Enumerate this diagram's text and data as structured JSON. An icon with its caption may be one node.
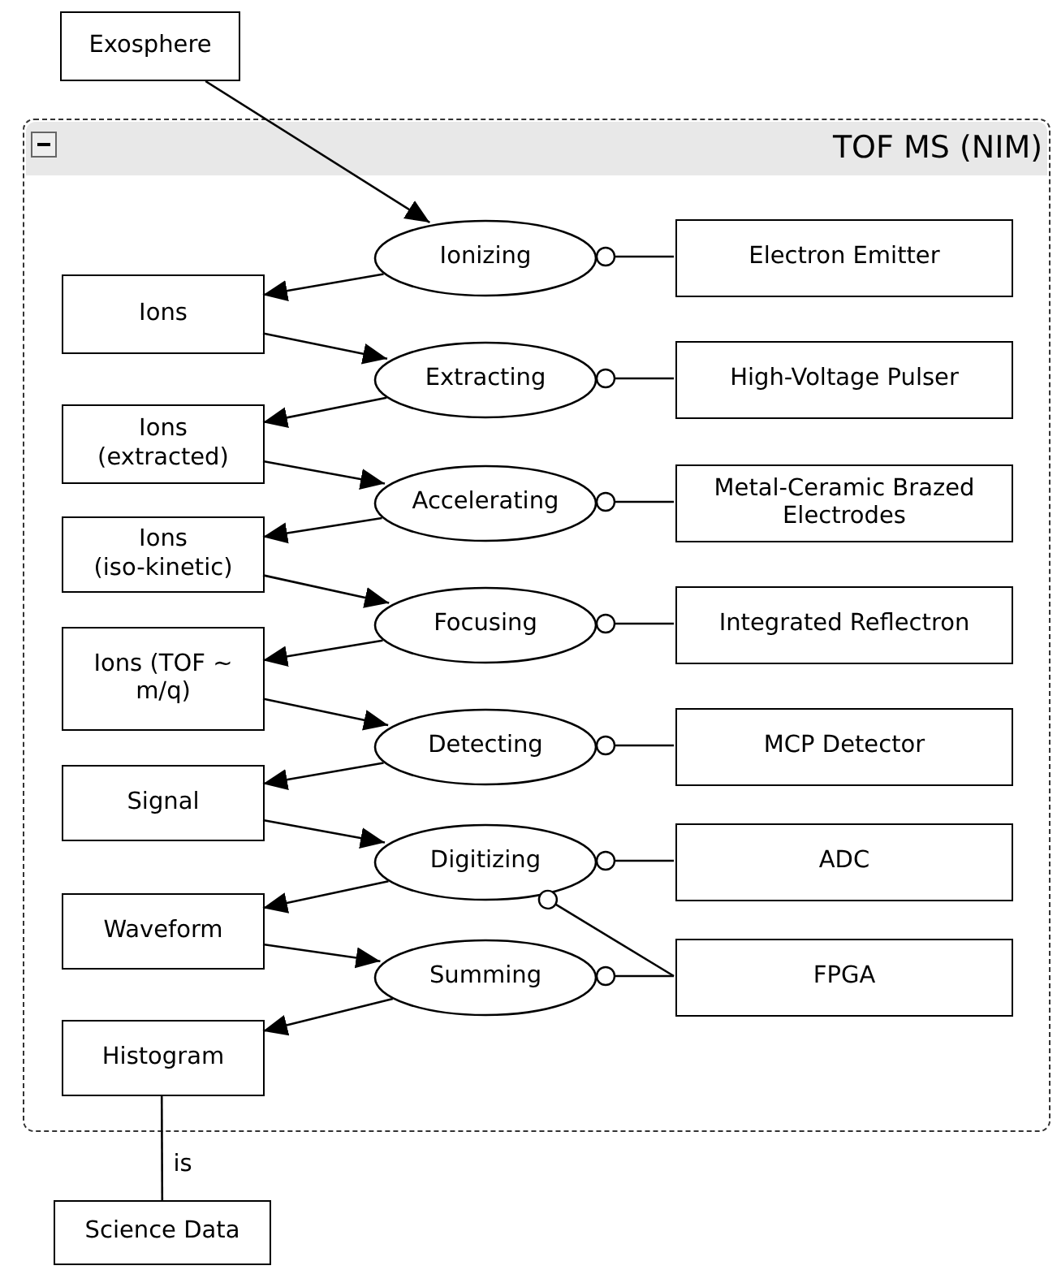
{
  "diagram": {
    "nodes": [
      {
        "text": [
          "Exosphere"
        ]
      },
      {
        "text": [
          "TOF MS (NIM)"
        ]
      },
      {
        "text": [
          "Ionizing"
        ],
        "in": 1
      },
      {
        "text": [
          "Electron Emitter"
        ],
        "in": 1
      },
      {
        "text": [
          "Ions"
        ],
        "in": 1
      },
      {
        "text": [
          "Extracting"
        ],
        "in": 1
      },
      {
        "text": [
          "High-Voltage Pulser"
        ],
        "in": 1
      },
      {
        "text": [
          "Ions (extracted)"
        ],
        "in": 1
      },
      {
        "text": [
          "Accelerating"
        ],
        "in": 1
      },
      {
        "text": [
          "Metal-Ceramic Brazed Electrodes"
        ],
        "in": 1
      },
      {
        "text": [
          "Ions (iso-kinetic)"
        ],
        "in": 1
      },
      {
        "text": [
          "Focusing"
        ],
        "in": 1
      },
      {
        "text": [
          "Integrated Reflectron"
        ],
        "in": 1
      },
      {
        "text": [
          "Ions (TOF ~ m/q)"
        ],
        "in": 1
      },
      {
        "text": [
          "Detecting"
        ],
        "in": 1
      },
      {
        "text": [
          "MCP Detector"
        ],
        "in": 1
      },
      {
        "text": [
          "Signal"
        ],
        "in": 1
      },
      {
        "text": [
          "Digitizing"
        ],
        "in": 1
      },
      {
        "text": [
          "ADC"
        ],
        "in": 1
      },
      {
        "text": [
          "Waveform"
        ],
        "in": 1
      },
      {
        "text": [
          "Summing"
        ],
        "in": 1
      },
      {
        "text": [
          "FPGA"
        ],
        "in": 1
      },
      {
        "text": [
          "Histogram"
        ],
        "in": 1
      },
      {
        "text": [
          "Science Data"
        ]
      }
    ],
    "edges": [
      {
        "from": 0,
        "to": 2,
        "arrow": "to"
      },
      {
        "from": 2,
        "to": 4,
        "arrow": "to"
      },
      {
        "from": 3,
        "to": 2,
        "arrow": "other"
      },
      {
        "from": 4,
        "to": 5,
        "arrow": "to"
      },
      {
        "from": 5,
        "to": 7,
        "arrow": "to"
      },
      {
        "from": 6,
        "to": 5,
        "arrow": "other"
      },
      {
        "from": 7,
        "to": 8,
        "arrow": "to"
      },
      {
        "from": 8,
        "to": 10,
        "arrow": "to"
      },
      {
        "from": 9,
        "to": 8,
        "arrow": "other"
      },
      {
        "from": 10,
        "to": 11,
        "arrow": "to"
      },
      {
        "from": 11,
        "to": 13,
        "arrow": "to"
      },
      {
        "from": 12,
        "to": 11,
        "arrow": "other"
      },
      {
        "from": 13,
        "to": 14,
        "arrow": "to"
      },
      {
        "from": 14,
        "to": 16,
        "arrow": "to"
      },
      {
        "from": 15,
        "to": 14,
        "arrow": "other"
      },
      {
        "from": 16,
        "to": 17,
        "arrow": "to"
      },
      {
        "from": 17,
        "to": 19,
        "arrow": "to"
      },
      {
        "from": 18,
        "to": 17,
        "arrow": "other"
      },
      {
        "from": 21,
        "to": 17,
        "arrow": "other"
      },
      {
        "from": 19,
        "to": 20,
        "arrow": "to"
      },
      {
        "from": 20,
        "to": 22,
        "arrow": "to"
      },
      {
        "from": 21,
        "to": 20,
        "arrow": "other"
      },
      {
        "from": 22,
        "to": 23,
        "arrow": "none",
        "label": "is"
      }
    ]
  }
}
